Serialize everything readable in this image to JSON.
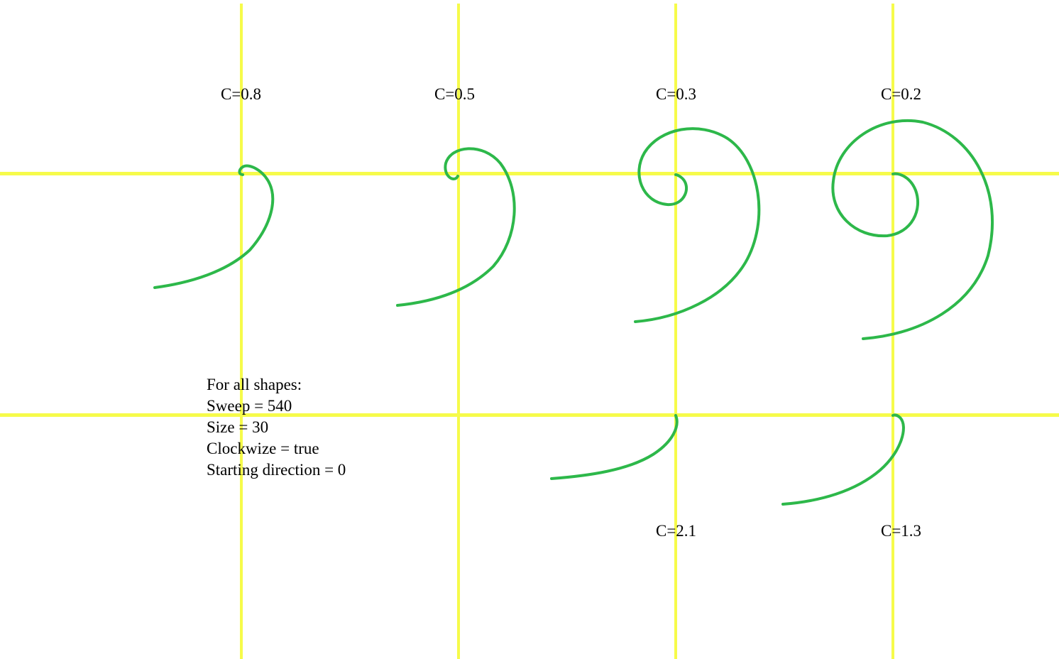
{
  "colors": {
    "guide_line": "#f6fb4a",
    "spiral_stroke": "#2db84a",
    "text": "#000000"
  },
  "spirals": [
    {
      "label": "C=0.8",
      "c": 0.8
    },
    {
      "label": "C=0.5",
      "c": 0.5
    },
    {
      "label": "C=0.3",
      "c": 0.3
    },
    {
      "label": "C=0.2",
      "c": 0.2
    },
    {
      "label": "C=2.1",
      "c": 2.1
    },
    {
      "label": "C=1.3",
      "c": 1.3
    }
  ],
  "notes": {
    "heading": "For all shapes:",
    "sweep": "Sweep = 540",
    "size": "Size = 30",
    "clockwise": "Clockwize = true",
    "start_direction": "Starting direction = 0"
  }
}
